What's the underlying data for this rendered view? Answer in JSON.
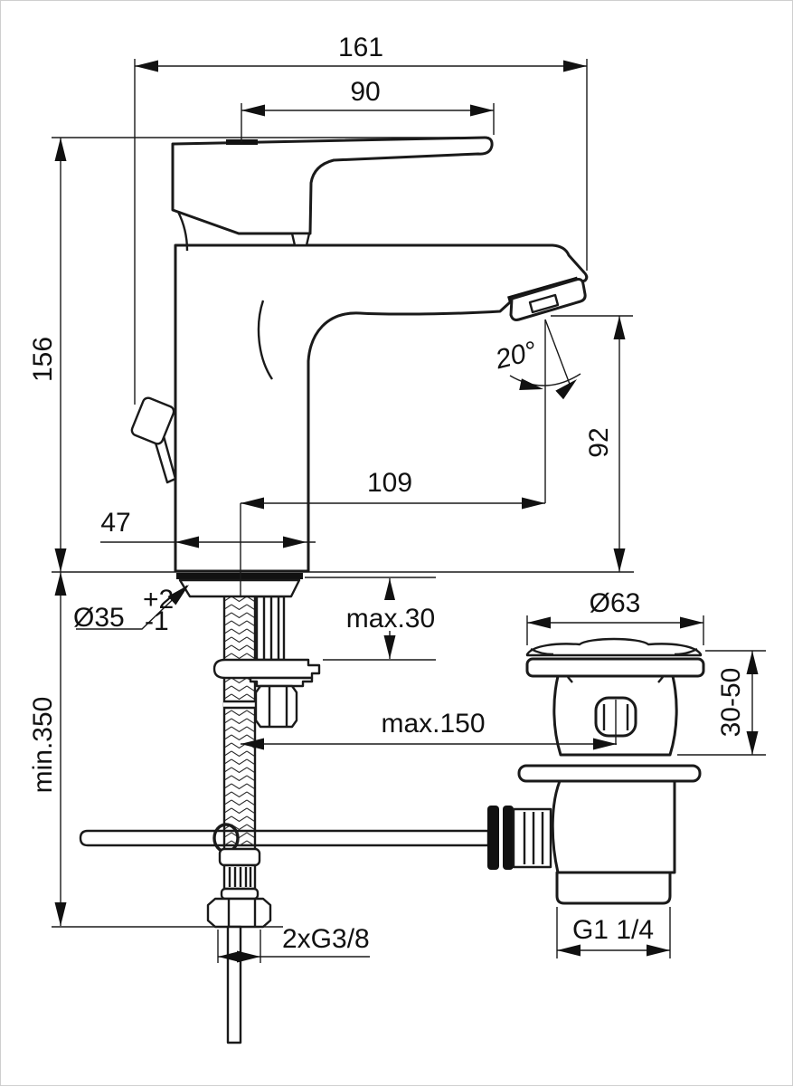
{
  "drawing": {
    "type": "technical-dimension-drawing",
    "subject": "single-lever basin mixer faucet with pop-up waste, side view",
    "colors": {
      "line": "#1a1a1a",
      "background": "#ffffff",
      "border": "#cfcfcf"
    }
  },
  "dims": {
    "overall_depth": "161",
    "handle_depth": "90",
    "body_height": "156",
    "base_depth": "47",
    "spout_reach": "109",
    "outlet_height": "92",
    "outlet_angle": "20°",
    "hole_dia": "Ø35",
    "hole_tol_plus": "+2",
    "hole_tol_minus": "-1",
    "deck_max": "max.30",
    "drain_dia": "Ø63",
    "hose_min": "min.350",
    "rod_max": "max.150",
    "clamp_range": "30-50",
    "supply_thread": "2xG3/8",
    "waste_thread": "G1 1/4"
  }
}
